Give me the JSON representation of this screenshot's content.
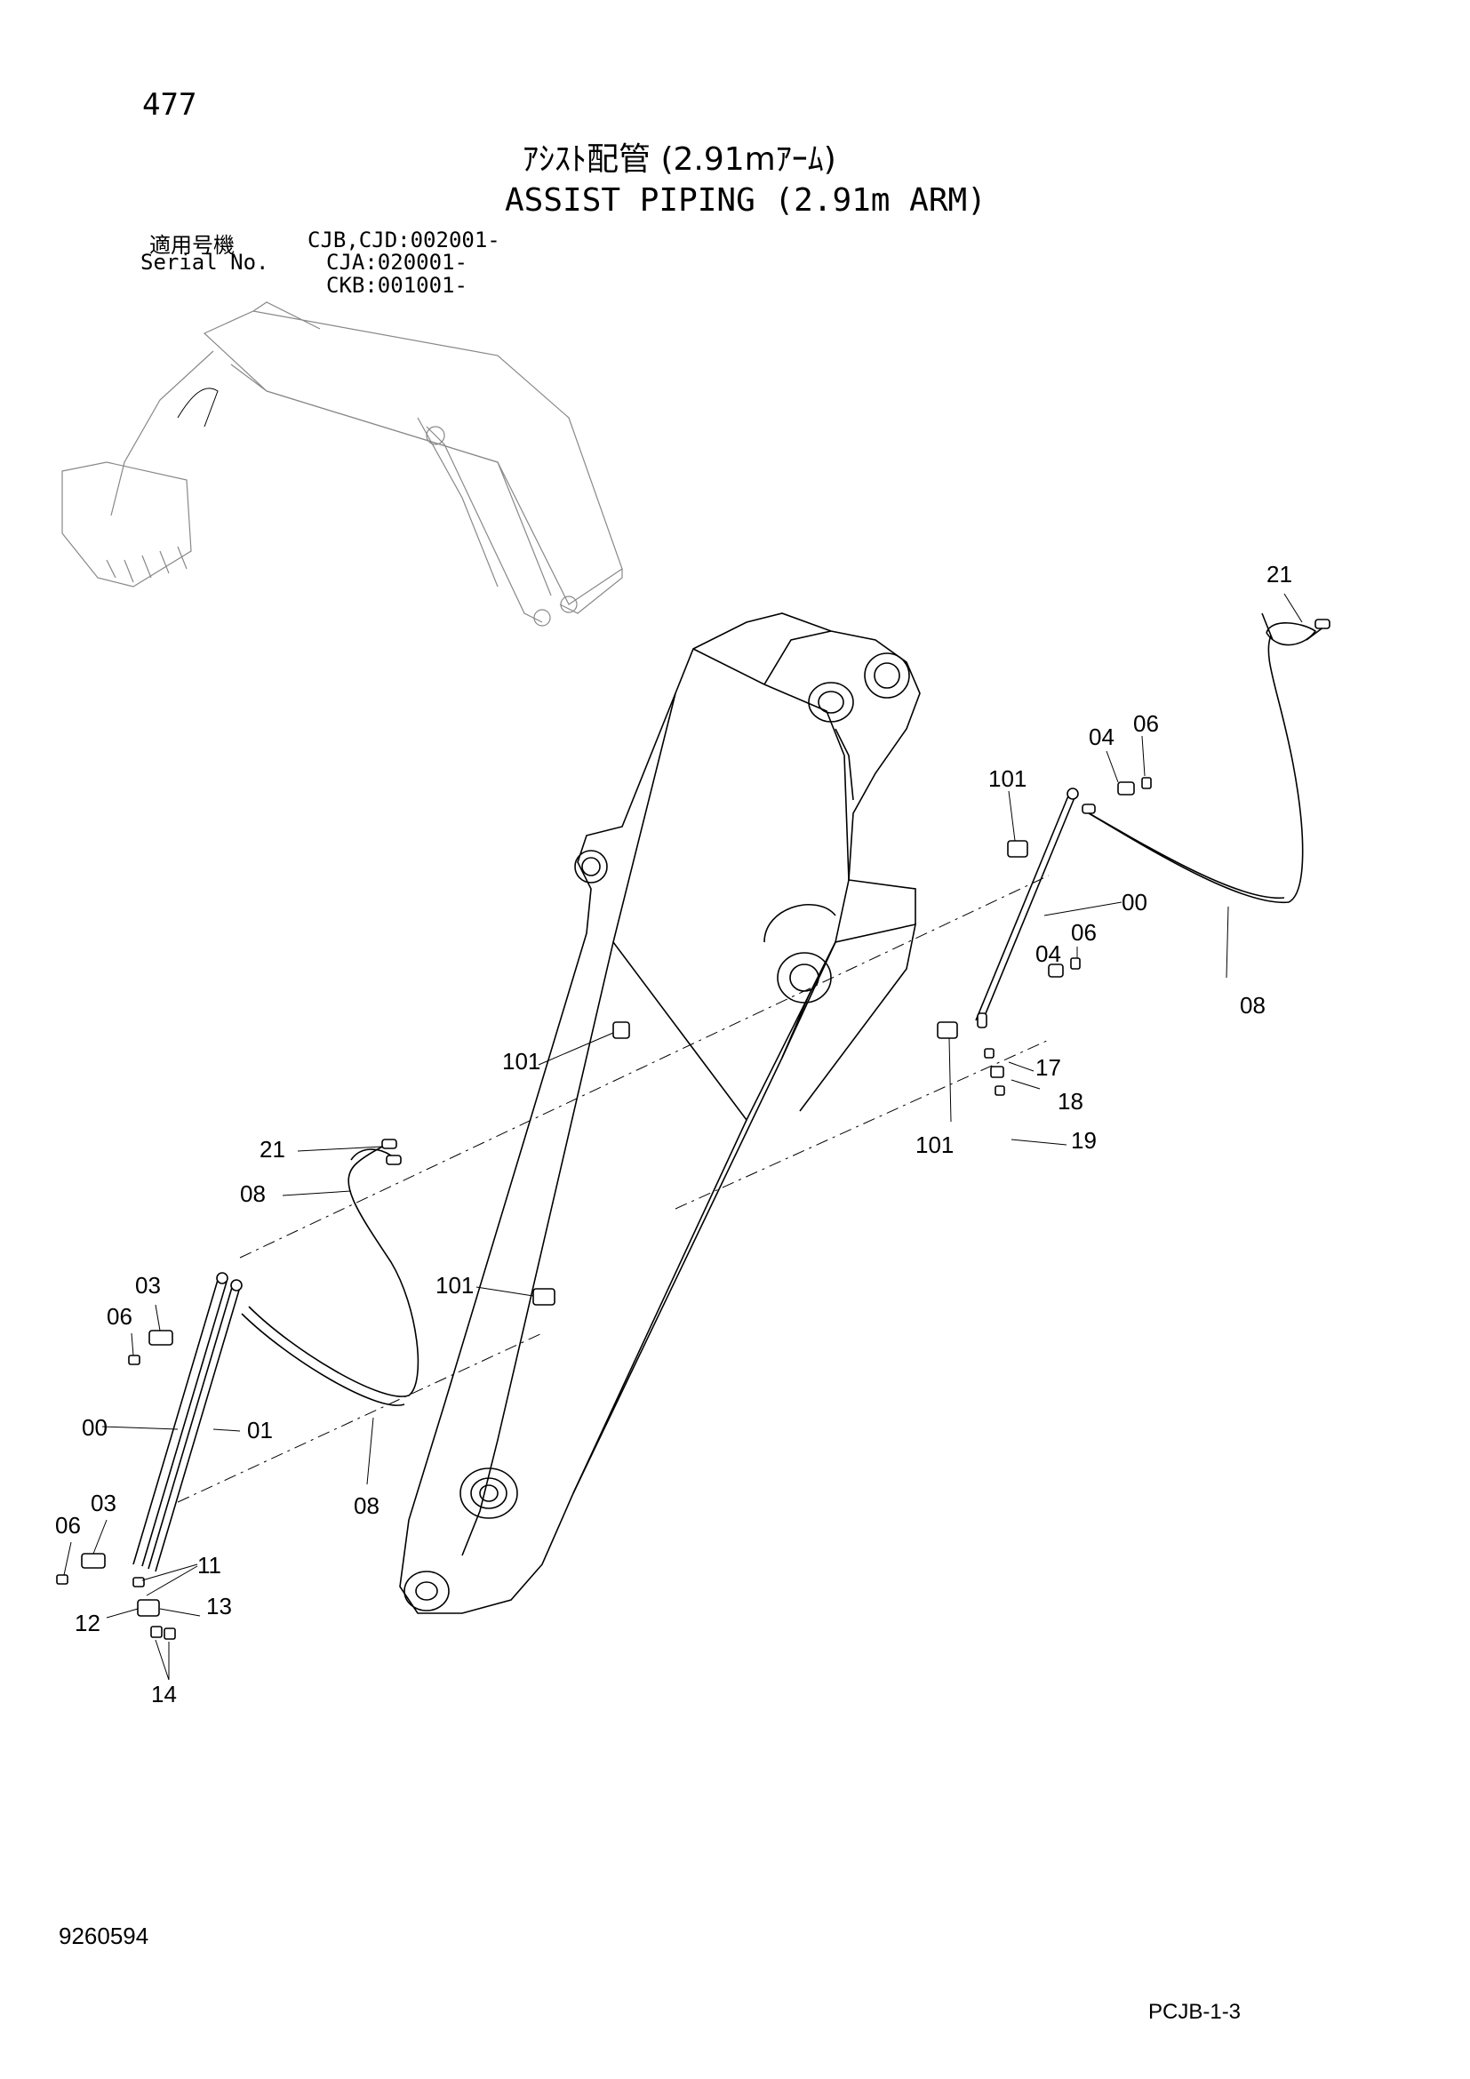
{
  "header": {
    "page_number": "477",
    "title_jp": "ｱｼｽﾄ配管 (2.91mｱｰﾑ)",
    "title_en": "ASSIST PIPING (2.91m ARM)"
  },
  "serial": {
    "label_jp": "適用号機",
    "label_en": "Serial No.",
    "entries": [
      "CJB,CJD:002001-",
      "CJA:020001-",
      "CKB:001001-"
    ]
  },
  "footer": {
    "doc_number": "9260594",
    "page_code": "PCJB-1-3"
  },
  "callouts": {
    "upper_right": [
      "21",
      "04",
      "06",
      "101",
      "00",
      "08",
      "04",
      "06",
      "101",
      "17",
      "18",
      "19",
      "101"
    ],
    "left": [
      "21",
      "08",
      "03",
      "06",
      "00",
      "01",
      "03",
      "06",
      "11",
      "12",
      "13",
      "14",
      "08",
      "101"
    ]
  }
}
